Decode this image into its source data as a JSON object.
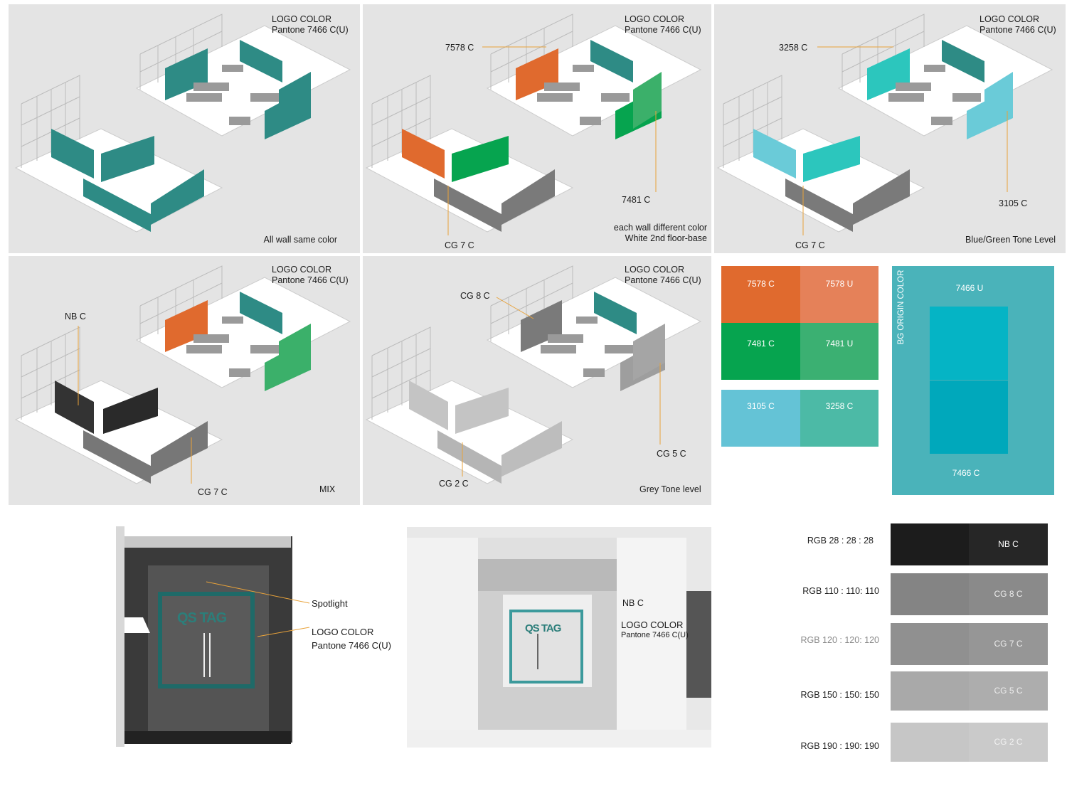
{
  "panels": [
    {
      "logo_line1": "LOGO COLOR",
      "logo_line2": "Pantone 7466 C(U)",
      "caption": "All wall same color"
    },
    {
      "logo_line1": "LOGO COLOR",
      "logo_line2": "Pantone 7466 C(U)",
      "callout_top": "7578 C",
      "callout_right": "7481 C",
      "callout_bottom": "CG 7 C",
      "caption_line1": "each wall different color",
      "caption_line2": "White 2nd floor-base"
    },
    {
      "logo_line1": "LOGO COLOR",
      "logo_line2": "Pantone 7466 C(U)",
      "callout_top": "3258 C",
      "callout_right": "3105 C",
      "callout_bottom": "CG 7 C",
      "caption": "Blue/Green Tone Level"
    },
    {
      "logo_line1": "LOGO COLOR",
      "logo_line2": "Pantone 7466 C(U)",
      "callout_left": "NB C",
      "callout_bottom": "CG 7 C",
      "caption": "MIX"
    },
    {
      "logo_line1": "LOGO COLOR",
      "logo_line2": "Pantone 7466 C(U)",
      "callout_top": "CG 8 C",
      "callout_right": "CG 5 C",
      "callout_bottom": "CG 2 C",
      "caption": "Grey Tone level"
    }
  ],
  "swatches": {
    "grid": [
      {
        "label": "7578 C",
        "color": "#e06a2e"
      },
      {
        "label": "7578 U",
        "color": "#e58159"
      },
      {
        "label": "7481 C",
        "color": "#06a44f"
      },
      {
        "label": "7481 U",
        "color": "#3bb072"
      },
      {
        "label": "3105 C",
        "color": "#64c3d6"
      },
      {
        "label": "3258 C",
        "color": "#4cbaa6"
      }
    ],
    "bg_origin": {
      "label": "BG ORIGIN COLOR",
      "top_label": "7466 U",
      "bottom_label": "7466 C",
      "bg": "#4ab3ba",
      "u": "#05b4c5",
      "c": "#00a8bb"
    }
  },
  "greys": [
    {
      "rgb": "RGB 28 : 28 : 28",
      "name": "NB C",
      "color": "#1c1c1c",
      "accent": "#262626"
    },
    {
      "rgb": "RGB 110 : 110: 110",
      "name": "CG 8 C",
      "color": "#848484",
      "accent": "#8a8a8a"
    },
    {
      "rgb": "RGB 120 : 120: 120",
      "name": "CG 7 C",
      "color": "#909090",
      "accent": "#969696"
    },
    {
      "rgb": "RGB 150 : 150: 150",
      "name": "CG 5 C",
      "color": "#a9a9a9",
      "accent": "#adadad"
    },
    {
      "rgb": "RGB 190 : 190: 190",
      "name": "CG 2 C",
      "color": "#c6c6c6",
      "accent": "#cacaca"
    }
  ],
  "booth_front": {
    "spotlight": "Spotlight",
    "logo_line1": "LOGO COLOR",
    "logo_line2": "Pantone 7466 C(U)",
    "brand": "QS TAG"
  },
  "booth_white": {
    "nb": "NB C",
    "logo_line1": "LOGO COLOR",
    "logo_line2": "Pantone 7466 C(U)",
    "brand": "QS TAG"
  }
}
